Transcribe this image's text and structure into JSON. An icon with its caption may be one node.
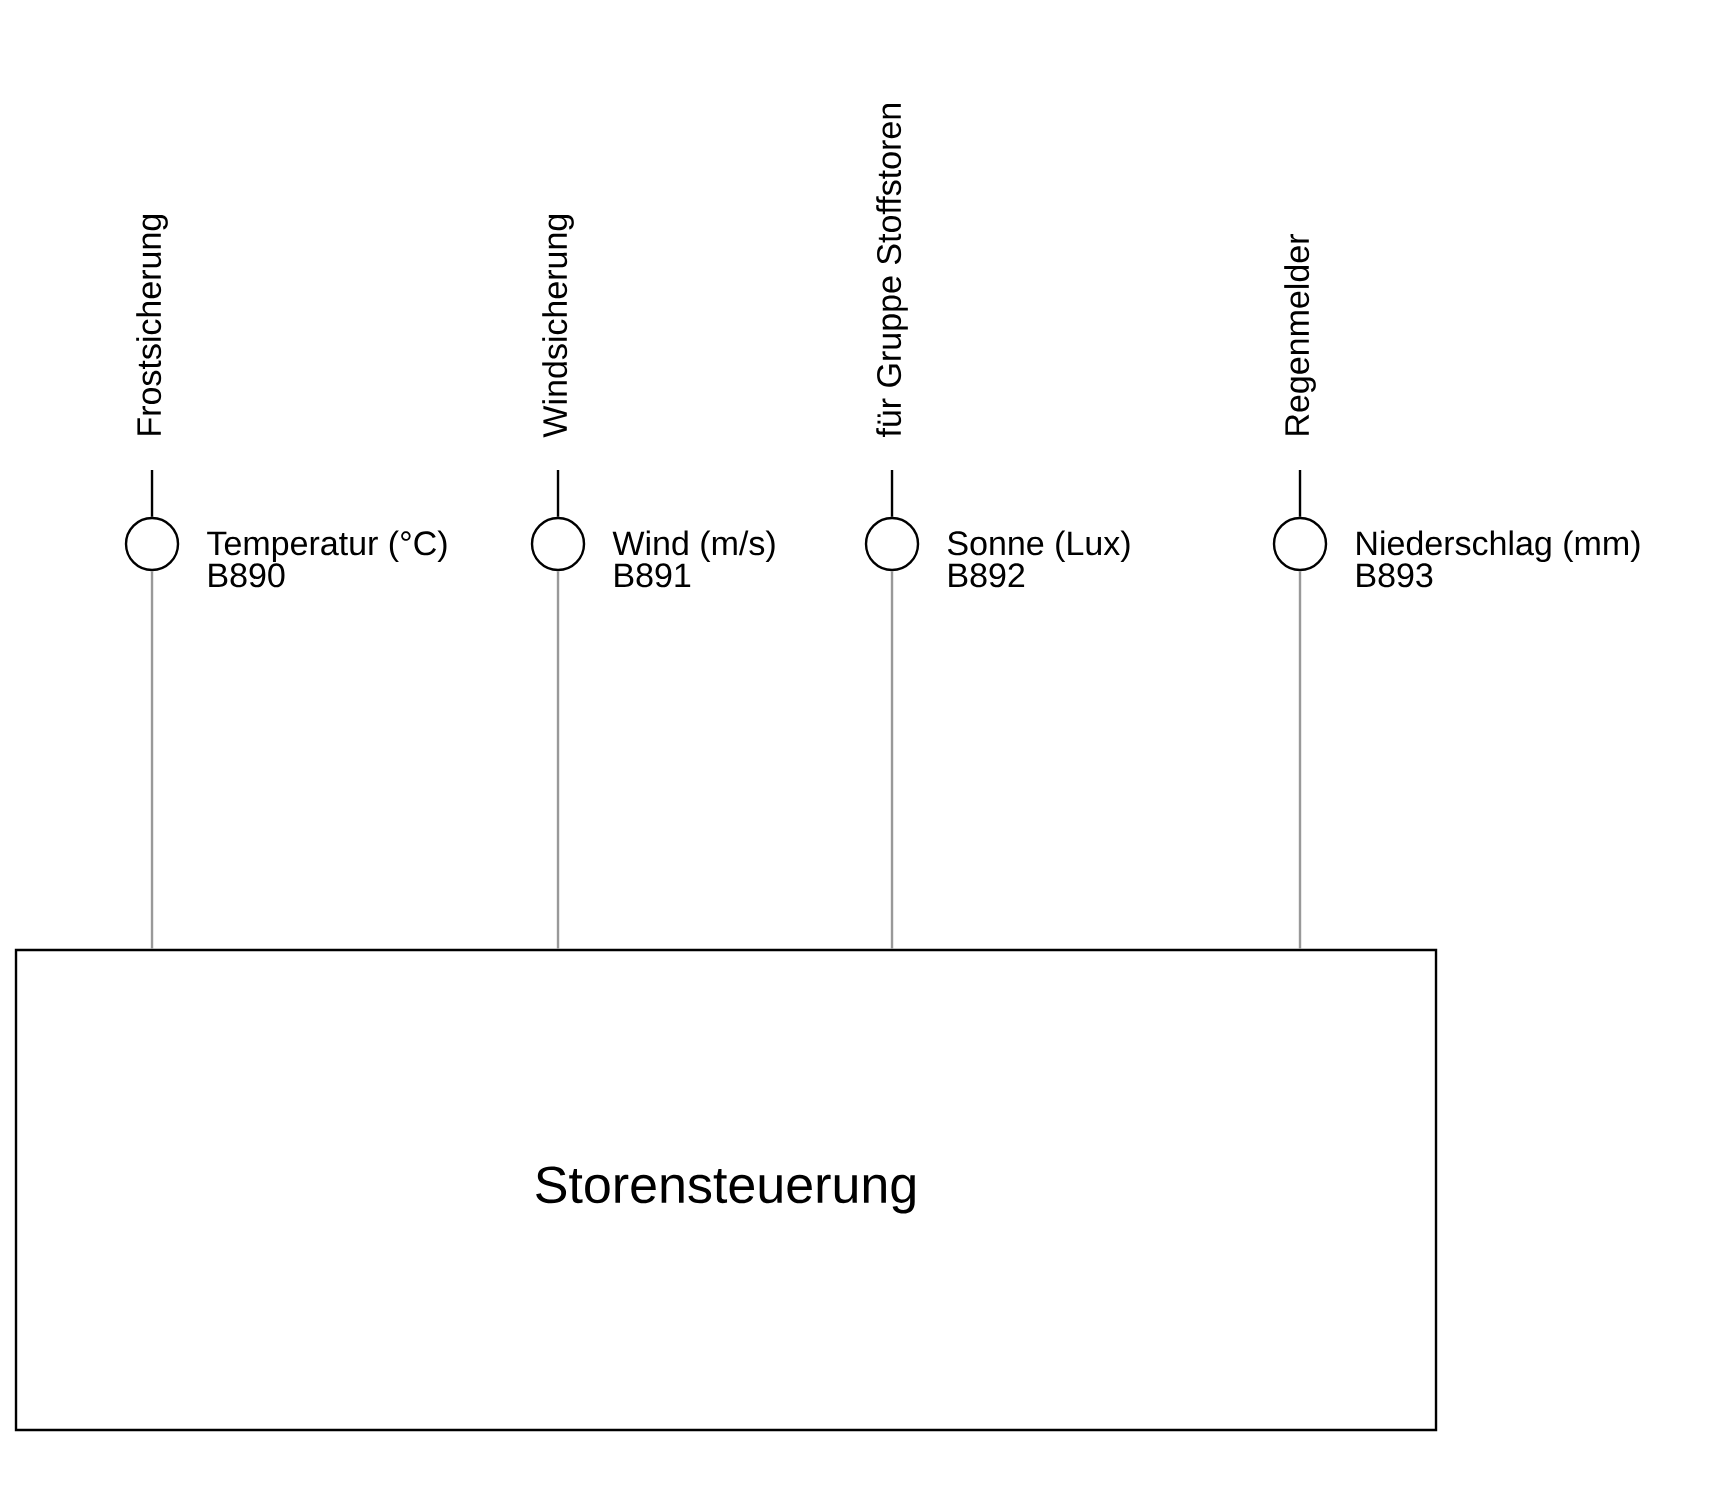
{
  "diagram": {
    "nodes": [
      {
        "text": [
          "Storensteuerung"
        ]
      },
      {
        "text": [],
        "shape": "circle",
        "beside": [
          "Temperatur (°C)",
          "B890"
        ]
      },
      {
        "text": [],
        "shape": "circle",
        "beside": [
          "Wind (m/s)",
          "B891"
        ]
      },
      {
        "text": [],
        "shape": "circle",
        "beside": [
          "Sonne (Lux)",
          "B892"
        ]
      },
      {
        "text": [],
        "shape": "circle",
        "beside": [
          "Niederschlag (mm)",
          "B893"
        ]
      },
      {
        "text": [
          "Frostsicherung"
        ]
      },
      {
        "text": [
          "Windsicherung"
        ]
      },
      {
        "text": [
          "für Gruppe Stoffstoren"
        ]
      },
      {
        "text": [
          "Regenmelder"
        ]
      }
    ],
    "edges": [
      {
        "from": 1,
        "to": 0,
        "arrow": "none",
        "color": "#999999"
      },
      {
        "from": 2,
        "to": 0,
        "arrow": "none",
        "color": "#999999"
      },
      {
        "from": 3,
        "to": 0,
        "arrow": "none",
        "color": "#999999"
      },
      {
        "from": 4,
        "to": 0,
        "arrow": "none",
        "color": "#999999"
      },
      {
        "from": 1,
        "to": 5,
        "arrow": "none",
        "color": "#000000"
      },
      {
        "from": 2,
        "to": 6,
        "arrow": "none",
        "color": "#000000"
      },
      {
        "from": 3,
        "to": 7,
        "arrow": "none",
        "color": "#000000"
      },
      {
        "from": 4,
        "to": 8,
        "arrow": "none",
        "color": "#000000"
      }
    ]
  }
}
